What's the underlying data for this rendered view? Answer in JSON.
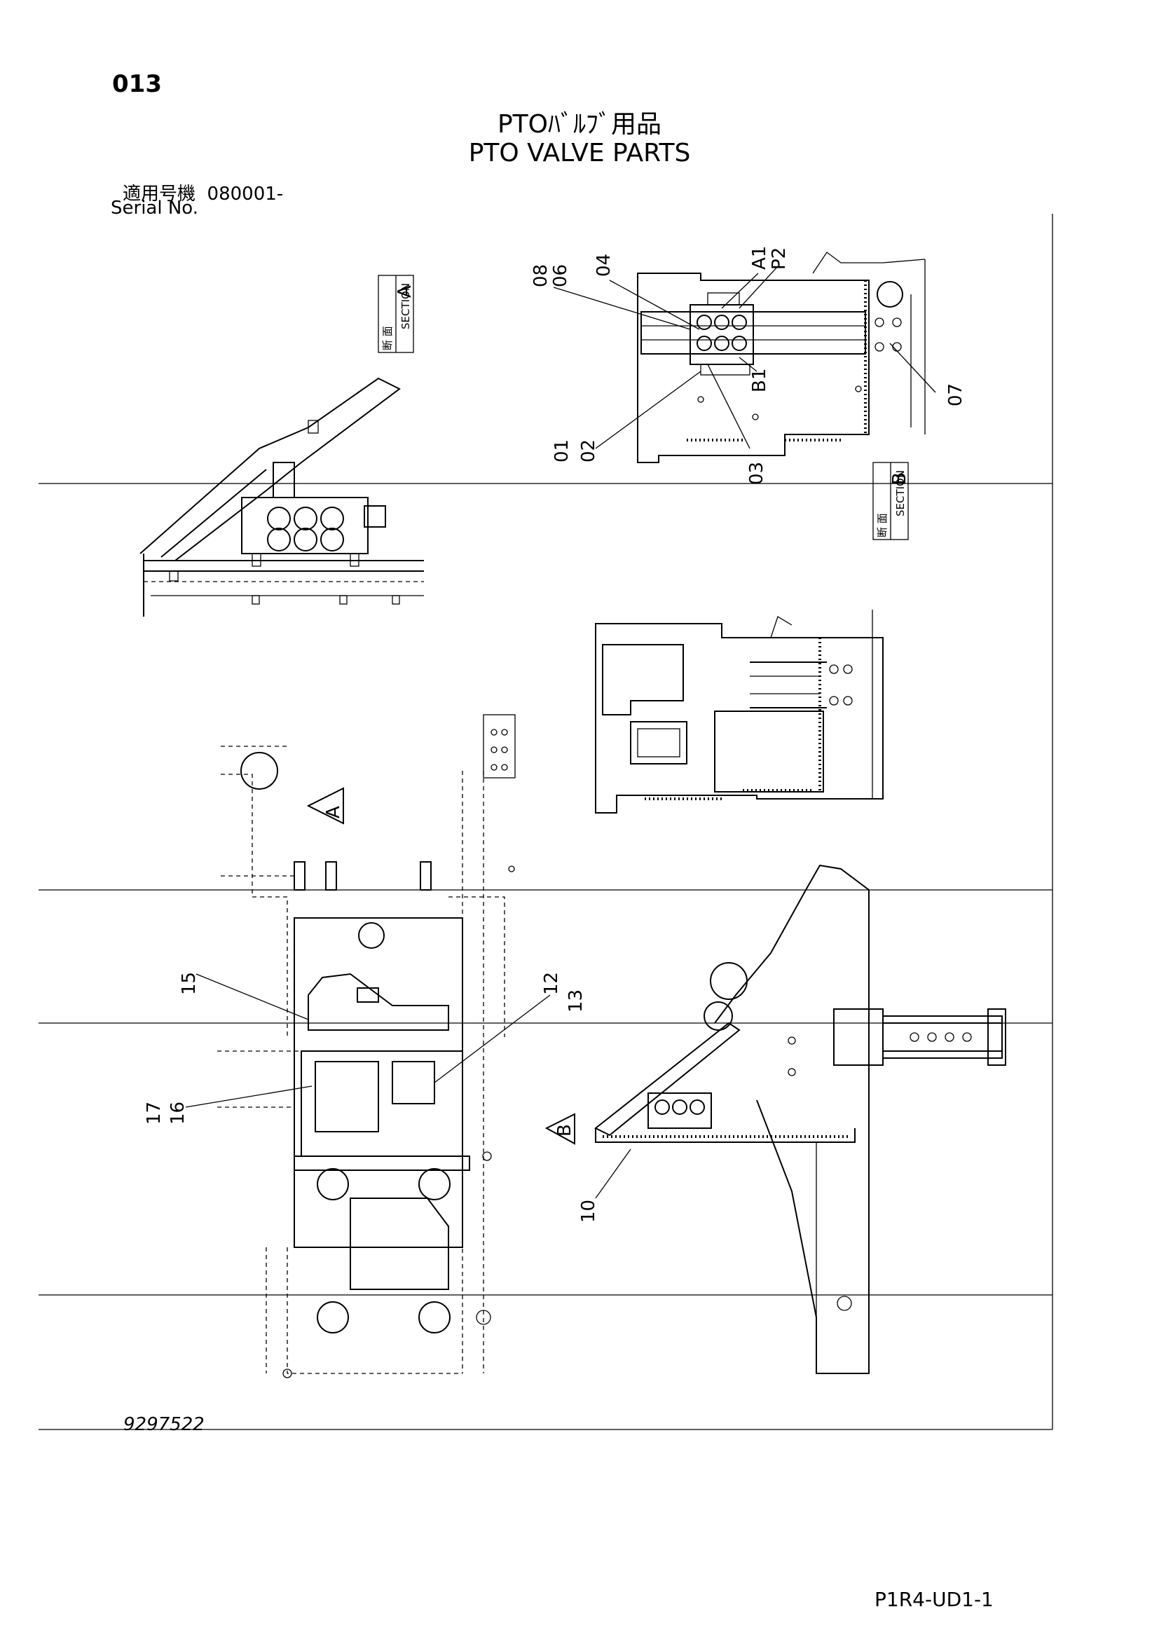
{
  "header": {
    "page_number": "013",
    "title_jp": "PTOﾊﾞﾙﾌﾞ用品",
    "title_en": "PTO VALVE PARTS",
    "serial_label_jp": "適用号機",
    "serial_value": "080001-",
    "serial_label_en": "Serial No."
  },
  "section_tags": [
    {
      "letter": "A",
      "jp": "断 面",
      "en": "SECTION"
    },
    {
      "letter": "B",
      "jp": "断 面",
      "en": "SECTION"
    }
  ],
  "view_arrows": {
    "a": "A",
    "b": "B"
  },
  "callouts": {
    "c08": "08",
    "c06": "06",
    "c04": "04",
    "cA1": "A1",
    "cP2": "P2",
    "cB1": "B1",
    "c07": "07",
    "c01": "01",
    "c02": "02",
    "c03": "03",
    "c15": "15",
    "c12": "12",
    "c13": "13",
    "c17": "17",
    "c16": "16",
    "c10": "10"
  },
  "footer": {
    "drawing_number": "9297522",
    "document_code": "P1R4-UD1-1"
  }
}
